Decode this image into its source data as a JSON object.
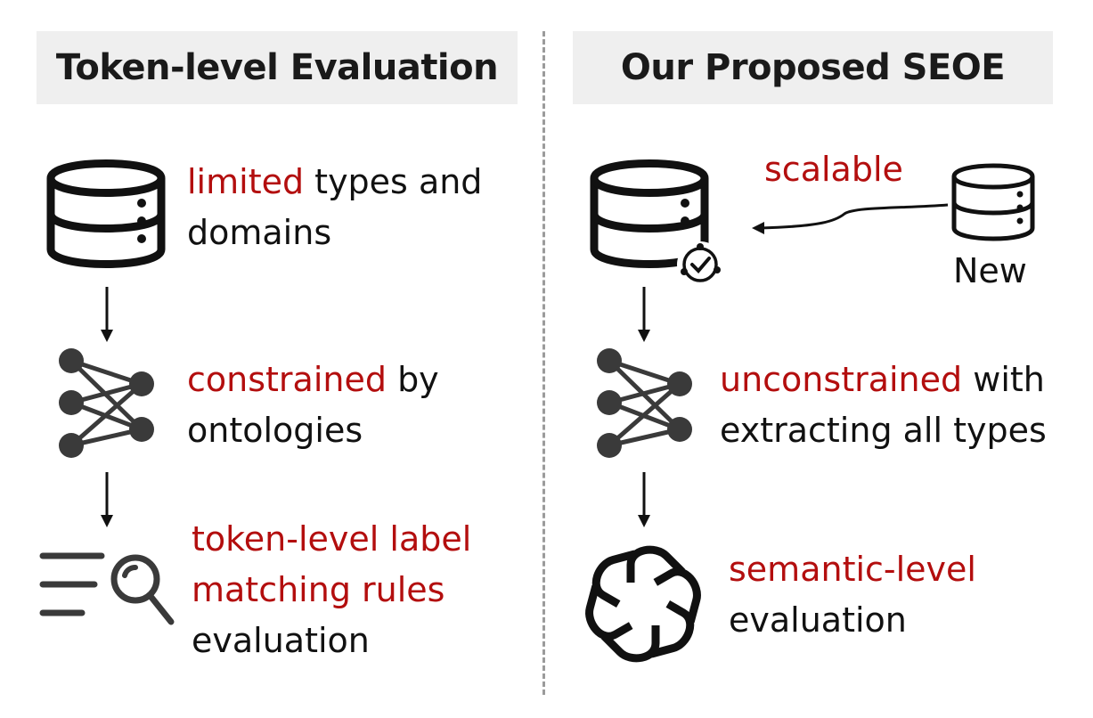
{
  "left_panel": {
    "title": "Token-level Evaluation",
    "step1": {
      "highlight": "limited",
      "rest_line1": " types and",
      "line2": "domains"
    },
    "step2": {
      "highlight": "constrained",
      "rest_line1": " by",
      "line2": "ontologies"
    },
    "step3": {
      "line1": "token-level label",
      "line2": "matching rules",
      "line3": "evaluation"
    },
    "icons": [
      "database-icon",
      "neural-network-icon",
      "search-list-icon"
    ]
  },
  "right_panel": {
    "title": "Our Proposed SEOE",
    "scalable_label": "scalable",
    "new_db_label": "New",
    "step2": {
      "highlight": "unconstrained",
      "rest_line1": " with",
      "line2": "extracting all types"
    },
    "step3": {
      "line1": "semantic-level",
      "line2": "evaluation"
    },
    "icons": [
      "database-check-icon",
      "small-database-icon",
      "neural-network-icon",
      "openai-logo-icon"
    ]
  },
  "colors": {
    "highlight": "#b30e0e",
    "text": "#111111",
    "header_bg": "#efefef",
    "divider": "#9b9b9b"
  }
}
